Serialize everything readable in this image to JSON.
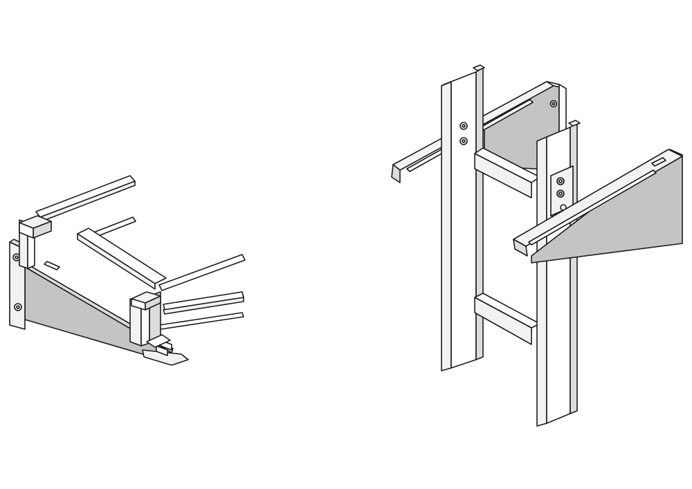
{
  "figure": {
    "background": "#ffffff",
    "line_color": "#1a1a1a",
    "steel_light": "#f2f2f2",
    "steel_mid": "#dcdcdc",
    "steel_dark": "#c4c4c4",
    "hole_fill": "#ffffff"
  },
  "views": [
    {
      "id": "horizontal-tray-on-wall-bracket",
      "components": [
        "cable-ladder-side-rail",
        "cable-ladder-rung",
        "hold-down-clip",
        "wall-bracket-arm",
        "anchor-bolt"
      ]
    },
    {
      "id": "vertical-ladder-with-wall-brackets",
      "components": [
        "ladder-c-channel-rail",
        "ladder-rung",
        "wall-bracket-arm",
        "angle-connector-plate",
        "hex-bolt"
      ]
    }
  ]
}
